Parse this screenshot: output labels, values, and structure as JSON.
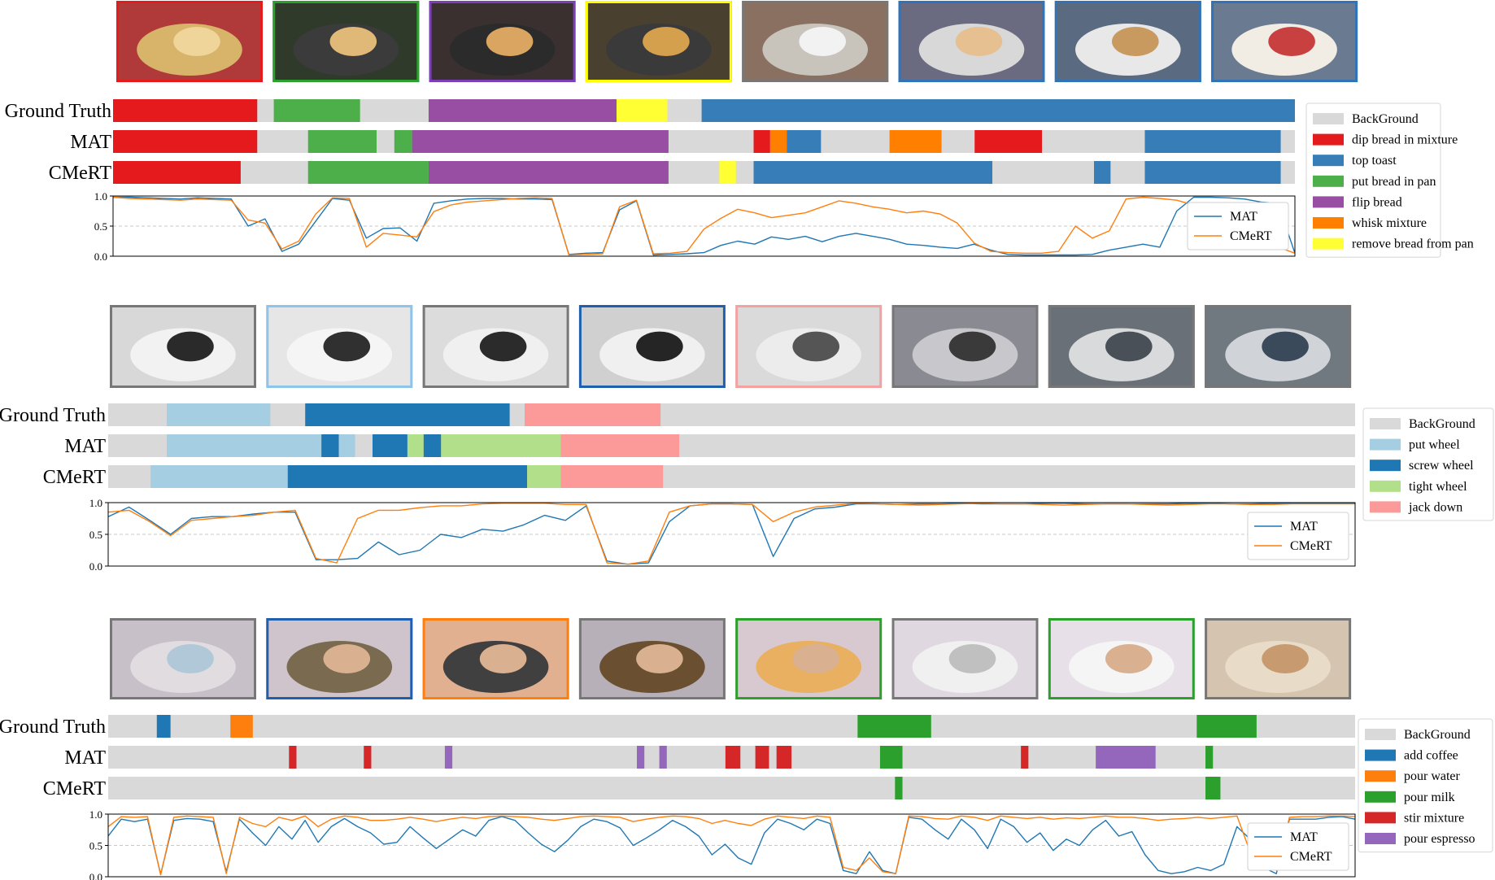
{
  "chart_data": [
    {
      "type": "segmentation-timeline",
      "row_labels": [
        "Ground Truth",
        "MAT",
        "CMeRT"
      ],
      "frame_border_colors": [
        "#e41a1c",
        "#2ca02c",
        "#7b3fb8",
        "#ffff00",
        "#777777",
        "#2f73b8",
        "#2f73b8",
        "#2f73b8"
      ],
      "legend": [
        {
          "label": "BackGround",
          "color": "#d9d9d9"
        },
        {
          "label": "dip bread in mixture",
          "color": "#e41a1c"
        },
        {
          "label": "top toast",
          "color": "#377eb8"
        },
        {
          "label": "put bread in pan",
          "color": "#4daf4a"
        },
        {
          "label": "flip bread",
          "color": "#984ea3"
        },
        {
          "label": "whisk mixture",
          "color": "#ff7f00"
        },
        {
          "label": "remove bread from pan",
          "color": "#ffff33"
        }
      ],
      "segments": {
        "Ground Truth": [
          [
            0.0,
            0.122,
            1
          ],
          [
            0.136,
            0.209,
            3
          ],
          [
            0.267,
            0.426,
            4
          ],
          [
            0.426,
            0.469,
            6
          ],
          [
            0.498,
            1.0,
            2
          ]
        ],
        "MAT": [
          [
            0.0,
            0.122,
            1
          ],
          [
            0.165,
            0.223,
            3
          ],
          [
            0.238,
            0.253,
            3
          ],
          [
            0.253,
            0.47,
            4
          ],
          [
            0.542,
            0.556,
            1
          ],
          [
            0.556,
            0.57,
            5
          ],
          [
            0.57,
            0.599,
            2
          ],
          [
            0.657,
            0.701,
            5
          ],
          [
            0.729,
            0.786,
            1
          ],
          [
            0.873,
            0.988,
            2
          ]
        ],
        "CMeRT": [
          [
            0.0,
            0.108,
            1
          ],
          [
            0.165,
            0.267,
            3
          ],
          [
            0.267,
            0.47,
            4
          ],
          [
            0.513,
            0.527,
            6
          ],
          [
            0.542,
            0.744,
            2
          ],
          [
            0.83,
            0.844,
            2
          ],
          [
            0.873,
            0.988,
            2
          ]
        ]
      },
      "line_chart": {
        "ylim": [
          0,
          1.0
        ],
        "yticks": [
          "1.0",
          "0.5",
          "0.0"
        ],
        "grid": "dashed-horizontal",
        "legend_position": "right",
        "series": [
          {
            "name": "MAT",
            "color": "#1f77b4",
            "values": [
              0.98,
              0.98,
              0.97,
              0.96,
              0.95,
              0.97,
              0.96,
              0.95,
              0.5,
              0.62,
              0.08,
              0.2,
              0.58,
              0.96,
              0.93,
              0.3,
              0.46,
              0.47,
              0.25,
              0.88,
              0.92,
              0.95,
              0.96,
              0.96,
              0.95,
              0.95,
              0.94,
              0.03,
              0.05,
              0.06,
              0.77,
              0.92,
              0.02,
              0.03,
              0.04,
              0.06,
              0.18,
              0.25,
              0.2,
              0.32,
              0.28,
              0.33,
              0.24,
              0.33,
              0.38,
              0.33,
              0.28,
              0.2,
              0.18,
              0.15,
              0.13,
              0.2,
              0.1,
              0.03,
              0.02,
              0.02,
              0.02,
              0.02,
              0.03,
              0.1,
              0.15,
              0.2,
              0.15,
              0.75,
              0.98,
              0.98,
              0.97,
              0.95,
              0.9,
              0.88,
              0.05
            ]
          },
          {
            "name": "CMeRT",
            "color": "#ff7f0e",
            "values": [
              0.98,
              0.96,
              0.95,
              0.94,
              0.93,
              0.95,
              0.94,
              0.93,
              0.6,
              0.55,
              0.12,
              0.25,
              0.7,
              0.97,
              0.96,
              0.15,
              0.38,
              0.35,
              0.32,
              0.74,
              0.85,
              0.9,
              0.92,
              0.94,
              0.96,
              0.97,
              0.96,
              0.02,
              0.03,
              0.04,
              0.82,
              0.93,
              0.04,
              0.05,
              0.08,
              0.45,
              0.63,
              0.78,
              0.72,
              0.64,
              0.68,
              0.72,
              0.82,
              0.92,
              0.88,
              0.82,
              0.78,
              0.72,
              0.75,
              0.7,
              0.55,
              0.22,
              0.08,
              0.06,
              0.05,
              0.05,
              0.08,
              0.5,
              0.3,
              0.42,
              0.95,
              0.98,
              0.96,
              0.93,
              0.85,
              0.7,
              0.6,
              0.45,
              0.3,
              0.15,
              0.05
            ]
          }
        ]
      }
    },
    {
      "type": "segmentation-timeline",
      "row_labels": [
        "Ground Truth",
        "MAT",
        "CMeRT"
      ],
      "frame_border_colors": [
        "#777777",
        "#8fc4ea",
        "#777777",
        "#1f5fae",
        "#f4a1a1",
        "#777777",
        "#777777",
        "#777777"
      ],
      "legend": [
        {
          "label": "BackGround",
          "color": "#d9d9d9"
        },
        {
          "label": "put wheel",
          "color": "#a6cee3"
        },
        {
          "label": "screw wheel",
          "color": "#1f78b4"
        },
        {
          "label": "tight wheel",
          "color": "#b2df8a"
        },
        {
          "label": "jack down",
          "color": "#fb9a99"
        }
      ],
      "segments": {
        "Ground Truth": [
          [
            0.047,
            0.13,
            1
          ],
          [
            0.158,
            0.322,
            2
          ],
          [
            0.334,
            0.443,
            4
          ]
        ],
        "MAT": [
          [
            0.047,
            0.171,
            1
          ],
          [
            0.171,
            0.185,
            2
          ],
          [
            0.185,
            0.198,
            1
          ],
          [
            0.212,
            0.24,
            2
          ],
          [
            0.24,
            0.253,
            3
          ],
          [
            0.253,
            0.267,
            2
          ],
          [
            0.267,
            0.363,
            3
          ],
          [
            0.363,
            0.458,
            4
          ]
        ],
        "CMeRT": [
          [
            0.034,
            0.144,
            1
          ],
          [
            0.144,
            0.336,
            2
          ],
          [
            0.336,
            0.363,
            3
          ],
          [
            0.363,
            0.445,
            4
          ]
        ]
      },
      "line_chart": {
        "ylim": [
          0,
          1.0
        ],
        "yticks": [
          "1.0",
          "0.5",
          "0.0"
        ],
        "grid": "dashed-horizontal",
        "legend_position": "right",
        "series": [
          {
            "name": "MAT",
            "color": "#1f77b4",
            "values": [
              0.78,
              0.93,
              0.72,
              0.5,
              0.75,
              0.78,
              0.78,
              0.82,
              0.85,
              0.85,
              0.1,
              0.1,
              0.12,
              0.38,
              0.18,
              0.25,
              0.5,
              0.45,
              0.58,
              0.55,
              0.65,
              0.8,
              0.72,
              0.95,
              0.08,
              0.03,
              0.05,
              0.7,
              0.95,
              0.98,
              0.98,
              0.97,
              0.15,
              0.75,
              0.9,
              0.93,
              0.98,
              0.98,
              0.97,
              0.98,
              0.98,
              0.99,
              0.98,
              0.98,
              0.98,
              0.99,
              0.99,
              0.98,
              0.98,
              0.98,
              0.98,
              0.98,
              0.99,
              0.99,
              0.98,
              0.98,
              0.99,
              0.99,
              0.99,
              0.99,
              0.99
            ]
          },
          {
            "name": "CMeRT",
            "color": "#ff7f0e",
            "values": [
              0.85,
              0.88,
              0.7,
              0.48,
              0.72,
              0.75,
              0.78,
              0.8,
              0.85,
              0.88,
              0.12,
              0.05,
              0.75,
              0.88,
              0.88,
              0.92,
              0.95,
              0.95,
              0.98,
              0.99,
              0.99,
              0.99,
              0.97,
              0.97,
              0.05,
              0.03,
              0.08,
              0.85,
              0.95,
              0.98,
              0.98,
              0.97,
              0.7,
              0.85,
              0.93,
              0.96,
              0.99,
              0.98,
              0.97,
              0.96,
              0.97,
              0.98,
              0.99,
              0.98,
              0.98,
              0.97,
              0.96,
              0.97,
              0.98,
              0.98,
              0.97,
              0.96,
              0.97,
              0.98,
              0.98,
              0.97,
              0.97,
              0.98,
              0.98,
              0.98,
              0.98
            ]
          }
        ]
      }
    },
    {
      "type": "segmentation-timeline",
      "row_labels": [
        "Ground Truth",
        "MAT",
        "CMeRT"
      ],
      "frame_border_colors": [
        "#777777",
        "#1f5fae",
        "#ff7f0e",
        "#777777",
        "#2ca02c",
        "#777777",
        "#2ca02c",
        "#777777"
      ],
      "legend": [
        {
          "label": "BackGround",
          "color": "#d9d9d9"
        },
        {
          "label": "add coffee",
          "color": "#1f78b4"
        },
        {
          "label": "pour water",
          "color": "#ff7f0e"
        },
        {
          "label": "pour milk",
          "color": "#2ca02c"
        },
        {
          "label": "stir mixture",
          "color": "#d62728"
        },
        {
          "label": "pour espresso",
          "color": "#9467bd"
        }
      ],
      "segments": {
        "Ground Truth": [
          [
            0.039,
            0.05,
            1
          ],
          [
            0.098,
            0.116,
            2
          ],
          [
            0.601,
            0.66,
            3
          ],
          [
            0.873,
            0.921,
            3
          ]
        ],
        "MAT": [
          [
            0.145,
            0.151,
            4
          ],
          [
            0.205,
            0.211,
            4
          ],
          [
            0.27,
            0.276,
            5
          ],
          [
            0.424,
            0.43,
            5
          ],
          [
            0.442,
            0.448,
            5
          ],
          [
            0.495,
            0.507,
            4
          ],
          [
            0.519,
            0.53,
            4
          ],
          [
            0.536,
            0.548,
            4
          ],
          [
            0.619,
            0.637,
            3
          ],
          [
            0.732,
            0.738,
            4
          ],
          [
            0.792,
            0.84,
            5
          ],
          [
            0.88,
            0.886,
            3
          ]
        ],
        "CMeRT": [
          [
            0.631,
            0.637,
            3
          ],
          [
            0.88,
            0.892,
            3
          ]
        ]
      },
      "line_chart": {
        "ylim": [
          0,
          1.0
        ],
        "yticks": [
          "1.0",
          "0.5",
          "0.0"
        ],
        "grid": "dashed-horizontal",
        "legend_position": "right",
        "series": [
          {
            "name": "MAT",
            "color": "#1f77b4",
            "values": [
              0.65,
              0.92,
              0.88,
              0.92,
              0.04,
              0.9,
              0.93,
              0.92,
              0.88,
              0.08,
              0.92,
              0.7,
              0.5,
              0.8,
              0.6,
              0.9,
              0.55,
              0.8,
              0.93,
              0.8,
              0.7,
              0.52,
              0.55,
              0.8,
              0.62,
              0.45,
              0.6,
              0.75,
              0.65,
              0.9,
              0.96,
              0.9,
              0.7,
              0.52,
              0.4,
              0.58,
              0.8,
              0.92,
              0.88,
              0.78,
              0.5,
              0.62,
              0.75,
              0.9,
              0.8,
              0.65,
              0.35,
              0.52,
              0.3,
              0.2,
              0.7,
              0.92,
              0.85,
              0.75,
              0.92,
              0.85,
              0.1,
              0.05,
              0.4,
              0.1,
              0.05,
              0.95,
              0.92,
              0.75,
              0.6,
              0.92,
              0.75,
              0.45,
              0.92,
              0.8,
              0.55,
              0.7,
              0.42,
              0.6,
              0.5,
              0.75,
              0.9,
              0.65,
              0.72,
              0.35,
              0.1,
              0.05,
              0.08,
              0.15,
              0.1,
              0.2,
              0.8,
              0.6,
              0.15,
              0.05,
              0.92,
              0.92,
              0.92,
              0.95,
              0.96,
              0.92
            ]
          },
          {
            "name": "CMeRT",
            "color": "#ff7f0e",
            "values": [
              0.8,
              0.96,
              0.95,
              0.96,
              0.03,
              0.95,
              0.97,
              0.96,
              0.95,
              0.05,
              0.95,
              0.85,
              0.8,
              0.95,
              0.9,
              0.97,
              0.8,
              0.92,
              0.97,
              0.95,
              0.9,
              0.9,
              0.92,
              0.95,
              0.92,
              0.88,
              0.92,
              0.95,
              0.93,
              0.96,
              0.97,
              0.96,
              0.95,
              0.92,
              0.9,
              0.93,
              0.96,
              0.97,
              0.96,
              0.95,
              0.88,
              0.92,
              0.95,
              0.97,
              0.96,
              0.93,
              0.85,
              0.9,
              0.85,
              0.82,
              0.92,
              0.97,
              0.95,
              0.93,
              0.97,
              0.95,
              0.15,
              0.1,
              0.3,
              0.08,
              0.05,
              0.97,
              0.96,
              0.93,
              0.92,
              0.97,
              0.95,
              0.9,
              0.97,
              0.95,
              0.93,
              0.95,
              0.92,
              0.94,
              0.93,
              0.95,
              0.97,
              0.95,
              0.95,
              0.93,
              0.9,
              0.92,
              0.93,
              0.95,
              0.93,
              0.95,
              0.97,
              0.4,
              0.25,
              0.1,
              0.95,
              0.96,
              0.96,
              0.97,
              0.97,
              0.96
            ]
          }
        ]
      }
    }
  ]
}
